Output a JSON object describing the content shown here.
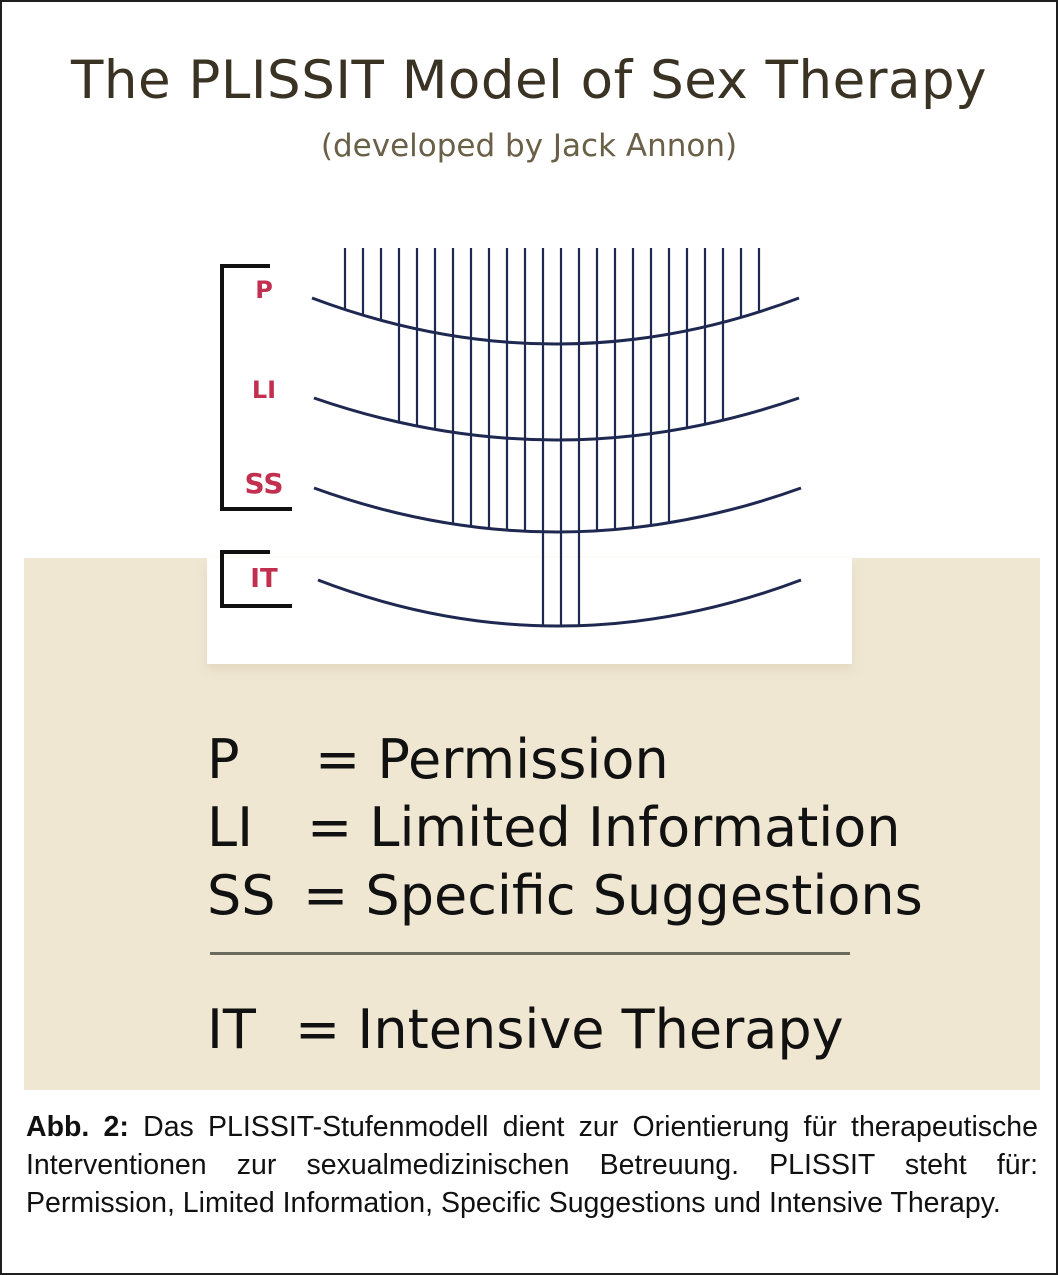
{
  "title": "The PLISSIT Model of Sex Therapy",
  "subtitle": "(developed by Jack Annon)",
  "levels": [
    {
      "abbr": "P"
    },
    {
      "abbr": "LI"
    },
    {
      "abbr": "SS"
    },
    {
      "abbr": "IT"
    }
  ],
  "legend": [
    {
      "abbr": "P",
      "eq": "=",
      "term": "Permission"
    },
    {
      "abbr": "LI",
      "eq": "=",
      "term": "Limited Information"
    },
    {
      "abbr": "SS",
      "eq": "=",
      "term": "Specific Suggestions"
    },
    {
      "abbr": "IT",
      "eq": "=",
      "term": "Intensive Therapy"
    }
  ],
  "caption": {
    "label": "Abb. 2:",
    "text": "Das PLISSIT-Stufenmodell dient zur Orientierung für therapeutische Interventionen zur sexualmedizinischen Betreuung. PLISSIT steht für: Permission, Limited Information, Specific Suggestions und Intensive Therapy."
  },
  "colors": {
    "level_label": "#c23050",
    "line": "#1e2850",
    "beige": "#f0e7d3"
  }
}
